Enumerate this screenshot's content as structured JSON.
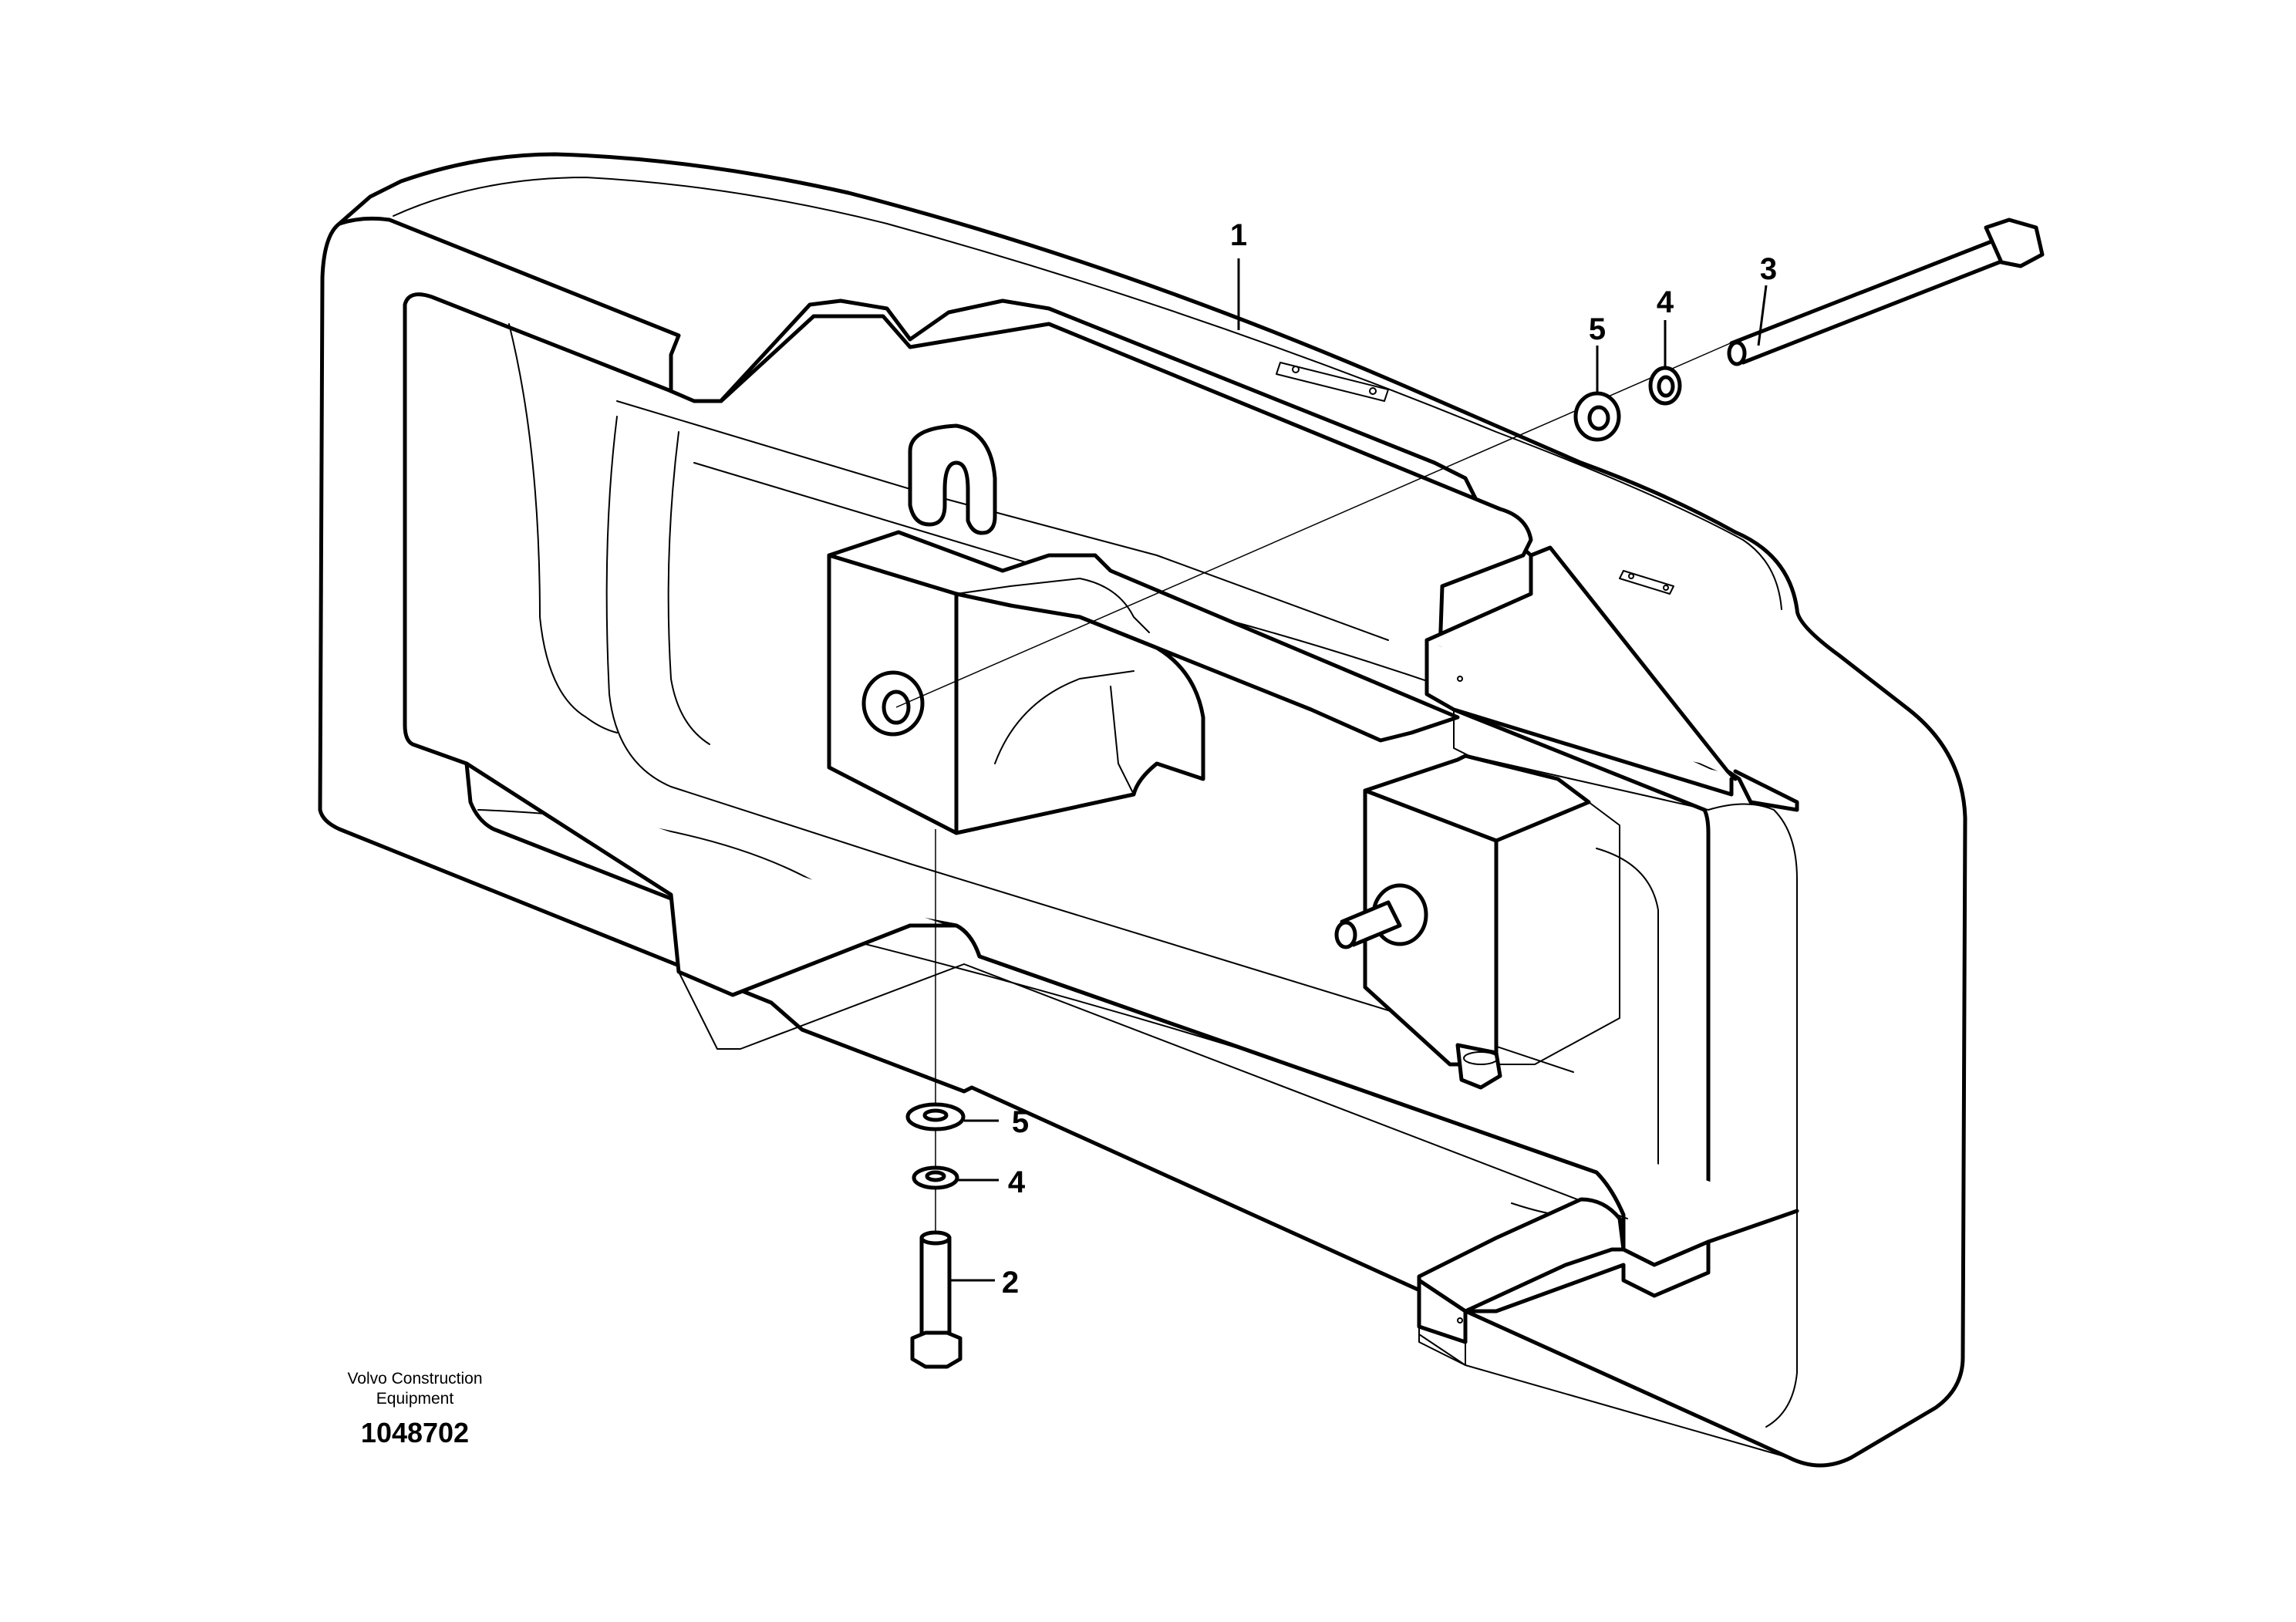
{
  "diagram": {
    "callouts": [
      "1",
      "3",
      "4",
      "5",
      "5",
      "4",
      "2"
    ],
    "caption": {
      "line1": "Volvo Construction",
      "line2": "Equipment",
      "number": "1048702"
    }
  },
  "colors": {
    "ink": "#000000",
    "paper": "#ffffff"
  }
}
